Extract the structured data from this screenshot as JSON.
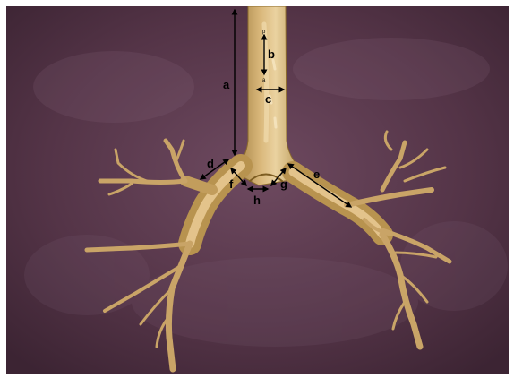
{
  "figure": {
    "background_color": "#5c3a4f",
    "airway_color": "#c9a467",
    "labels": {
      "a": "a",
      "b": "b",
      "c": "c",
      "d": "d",
      "e": "e",
      "f": "f",
      "g": "g",
      "h": "h"
    },
    "b_arrow_tips": {
      "top": "p",
      "bottom": "a"
    }
  }
}
